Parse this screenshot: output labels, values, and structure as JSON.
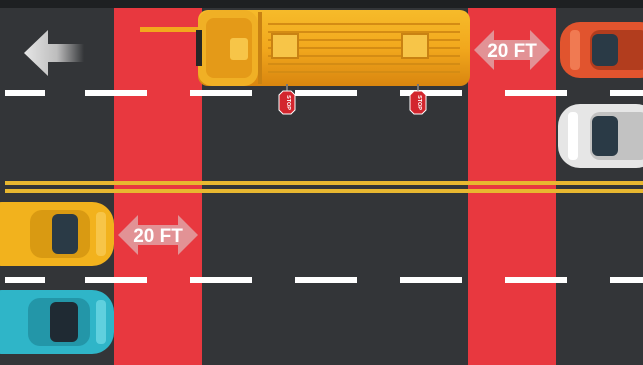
{
  "scene": {
    "colors": {
      "road": "#333538",
      "lane_line": "#ffffff",
      "center_line": "#e8b730",
      "danger_zone": "#e8383f",
      "bus": "#f2a81d",
      "car_orange": "#e1542e",
      "car_white": "#e6e6e6",
      "car_yellow": "#f2b21d",
      "car_teal": "#2fb5c8",
      "arrow": "#dcdcdc"
    },
    "top_distance": {
      "label": "20 FT"
    },
    "bottom_distance": {
      "label": "20 FT"
    },
    "stop_signs": [
      {
        "label": "STOP"
      },
      {
        "label": "STOP"
      }
    ]
  }
}
